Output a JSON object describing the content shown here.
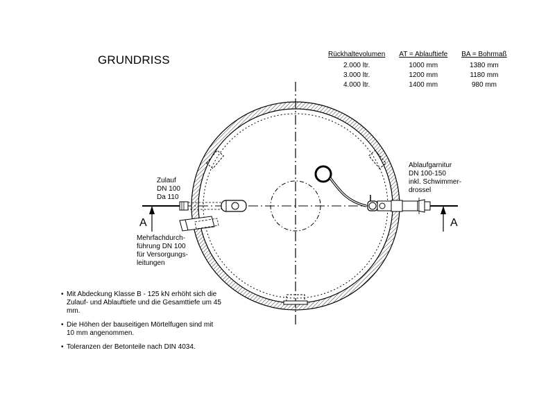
{
  "title": "GRUNDRISS",
  "spec_table": {
    "headers": [
      "Rückhaltevolumen",
      "AT = Ablauftiefe",
      "BA = Bohrmaß"
    ],
    "rows": [
      [
        "2.000 ltr.",
        "1000 mm",
        "1380 mm"
      ],
      [
        "3.000 ltr.",
        "1200 mm",
        "1180 mm"
      ],
      [
        "4.000 ltr.",
        "1400 mm",
        "980 mm"
      ]
    ]
  },
  "labels": {
    "inlet": [
      "Zulauf",
      "DN 100",
      "Da 110"
    ],
    "outlet": [
      "Ablaufgarnitur",
      "DN 100-150",
      "inkl. Schwimmer-",
      "drossel"
    ],
    "conduit": [
      "Mehrfachdurch-",
      "führung DN 100",
      "für Versorgungs-",
      "leitungen"
    ],
    "section_left": "A",
    "section_right": "A"
  },
  "notes": [
    "Mit Abdeckung Klasse B - 125 kN erhöht sich die Zulauf- und Ablauftiefe und die Gesamttiefe um 45 mm.",
    "Die Höhen der bauseitigen Mörtelfugen sind mit 10 mm angenommen.",
    "Toleranzen der Betonteile nach DIN 4034."
  ],
  "colors": {
    "line": "#000000",
    "background": "#ffffff"
  }
}
